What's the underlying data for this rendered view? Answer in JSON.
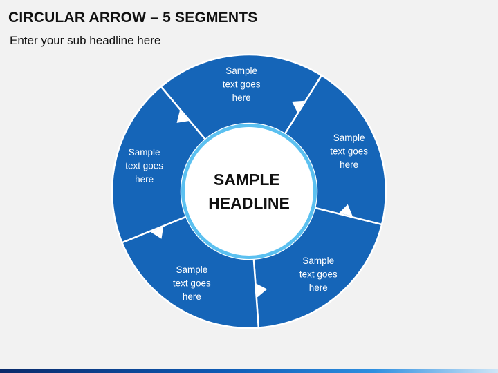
{
  "header": {
    "title": "CIRCULAR ARROW – 5 SEGMENTS",
    "subtitle": "Enter your sub headline here"
  },
  "diagram": {
    "center": {
      "line1": "SAMPLE",
      "line2": "HEADLINE"
    },
    "segments": [
      {
        "lines": [
          "Sample",
          "text goes",
          "here"
        ]
      },
      {
        "lines": [
          "Sample",
          "text goes",
          "here"
        ]
      },
      {
        "lines": [
          "Sample",
          "text goes",
          "here"
        ]
      },
      {
        "lines": [
          "Sample",
          "text goes",
          "here"
        ]
      },
      {
        "lines": [
          "Sample",
          "text goes",
          "here"
        ]
      }
    ],
    "colors": {
      "segment": "#1565b8",
      "inner_ring": "#5bc0f0",
      "center_fill": "#ffffff"
    }
  }
}
